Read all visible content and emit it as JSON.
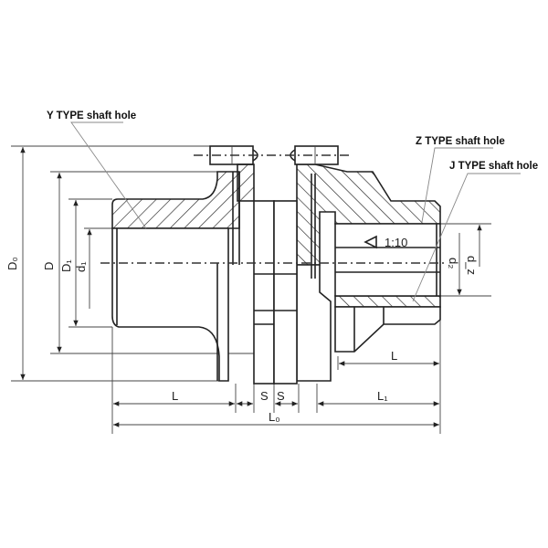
{
  "callouts": {
    "y_type": "Y TYPE shaft hole",
    "z_type": "Z TYPE shaft hole",
    "j_type": "J TYPE shaft hole"
  },
  "dimensions": {
    "D0": "D₀",
    "D": "D",
    "D1": "D₁",
    "d1": "d₁",
    "d2": "d₂",
    "dz": "d_z",
    "L_left": "L",
    "S_left": "S",
    "S_right": "S",
    "L0": "L₀",
    "L1": "L₁",
    "L_right": "L"
  },
  "taper": "1:10"
}
